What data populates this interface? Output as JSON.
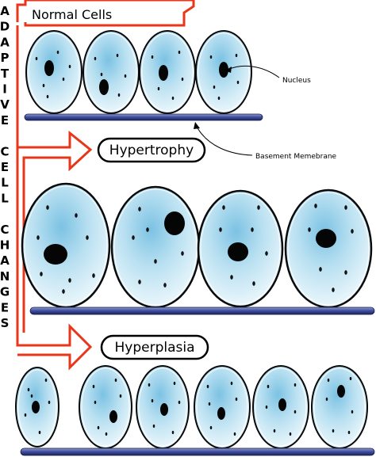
{
  "vertical_title": [
    "A",
    "D",
    "A",
    "P",
    "T",
    "I",
    "V",
    "E",
    "",
    "C",
    "E",
    "L",
    "L",
    "",
    "C",
    "H",
    "A",
    "N",
    "G",
    "E",
    "S"
  ],
  "labels": {
    "normal": "Normal Cells",
    "hypertrophy": "Hypertrophy",
    "hyperplasia": "Hyperplasia",
    "nucleus": "Nucleus",
    "basement": "Basement Memebrane"
  },
  "rows": [
    {
      "name": "normal-row",
      "cell_count": 4
    },
    {
      "name": "hypertrophy-row",
      "cell_count": 4
    },
    {
      "name": "hyperplasia-row",
      "cell_count": 6
    }
  ],
  "colors": {
    "arrow": "#e8361b",
    "membrane": "#3d4b9a",
    "cell_edge": "#0a0a0a",
    "cell_fill_light": "#eaf6fb",
    "cell_fill_dark": "#7cc2e3",
    "nucleus": "#050505"
  }
}
